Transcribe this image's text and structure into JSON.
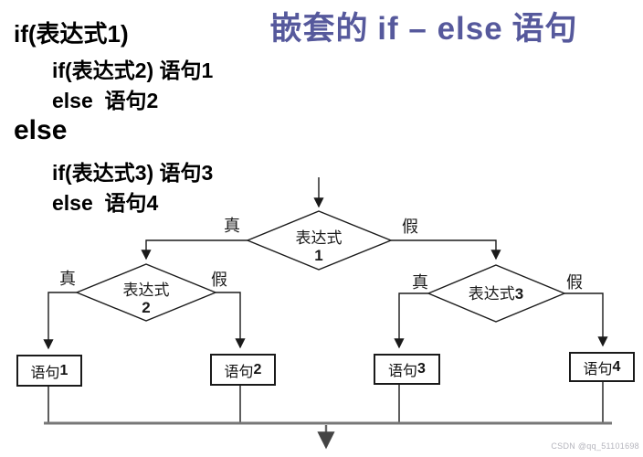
{
  "title": {
    "part1": "嵌套的 ",
    "part2": "if – else",
    "part3": " 语句",
    "color": "#56599c"
  },
  "code": {
    "lines": [
      "if(表达式1)",
      "if(表达式2) 语句1",
      "else  语句2",
      "else",
      "if(表达式3) 语句3",
      "else  语句4"
    ]
  },
  "flowchart": {
    "true_label": "真",
    "false_label": "假",
    "diamonds": [
      {
        "text": "表达式",
        "num": "1"
      },
      {
        "text": "表达式",
        "num": "2"
      },
      {
        "text": "表达式",
        "num": "3"
      }
    ],
    "boxes": [
      {
        "text": "语句",
        "num": "1"
      },
      {
        "text": "语句",
        "num": "2"
      },
      {
        "text": "语句",
        "num": "3"
      },
      {
        "text": "语句",
        "num": "4"
      }
    ]
  },
  "watermark": "CSDN @qq_51101698",
  "colors": {
    "line": "#1a1a1a",
    "collector": "#777777",
    "watermark": "#b4b4bc"
  }
}
